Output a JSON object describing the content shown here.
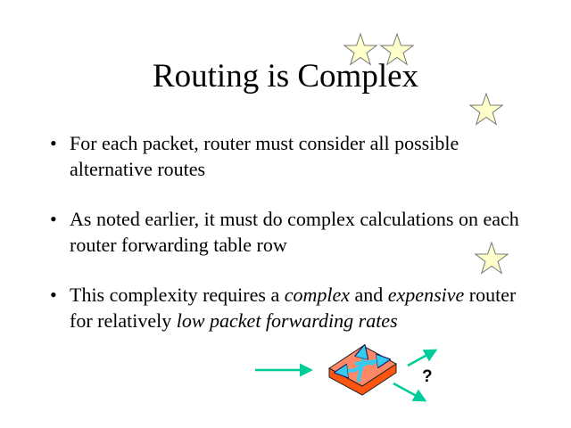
{
  "slide": {
    "title": "Routing is Complex",
    "bullets": [
      {
        "symbol": "•",
        "parts": [
          {
            "text": "For each packet, router must consider all possible alternative routes",
            "italic": false
          }
        ]
      },
      {
        "symbol": "•",
        "parts": [
          {
            "text": "As noted earlier, it must do complex calculations on each router forwarding table row",
            "italic": false
          }
        ]
      },
      {
        "symbol": "•",
        "parts": [
          {
            "text": "This complexity requires a ",
            "italic": false
          },
          {
            "text": "complex",
            "italic": true
          },
          {
            "text": " and ",
            "italic": false
          },
          {
            "text": "expensive",
            "italic": true
          },
          {
            "text": " router for relatively ",
            "italic": false
          },
          {
            "text": "low packet forwarding rates",
            "italic": true
          }
        ]
      }
    ],
    "diagram": {
      "question_mark": "?"
    },
    "colors": {
      "star_fill": "#ffffcc",
      "arrow": "#00cc99",
      "router_top": "#ff8866",
      "router_side": "#ff5511",
      "router_arrows": "#33ccee"
    }
  }
}
